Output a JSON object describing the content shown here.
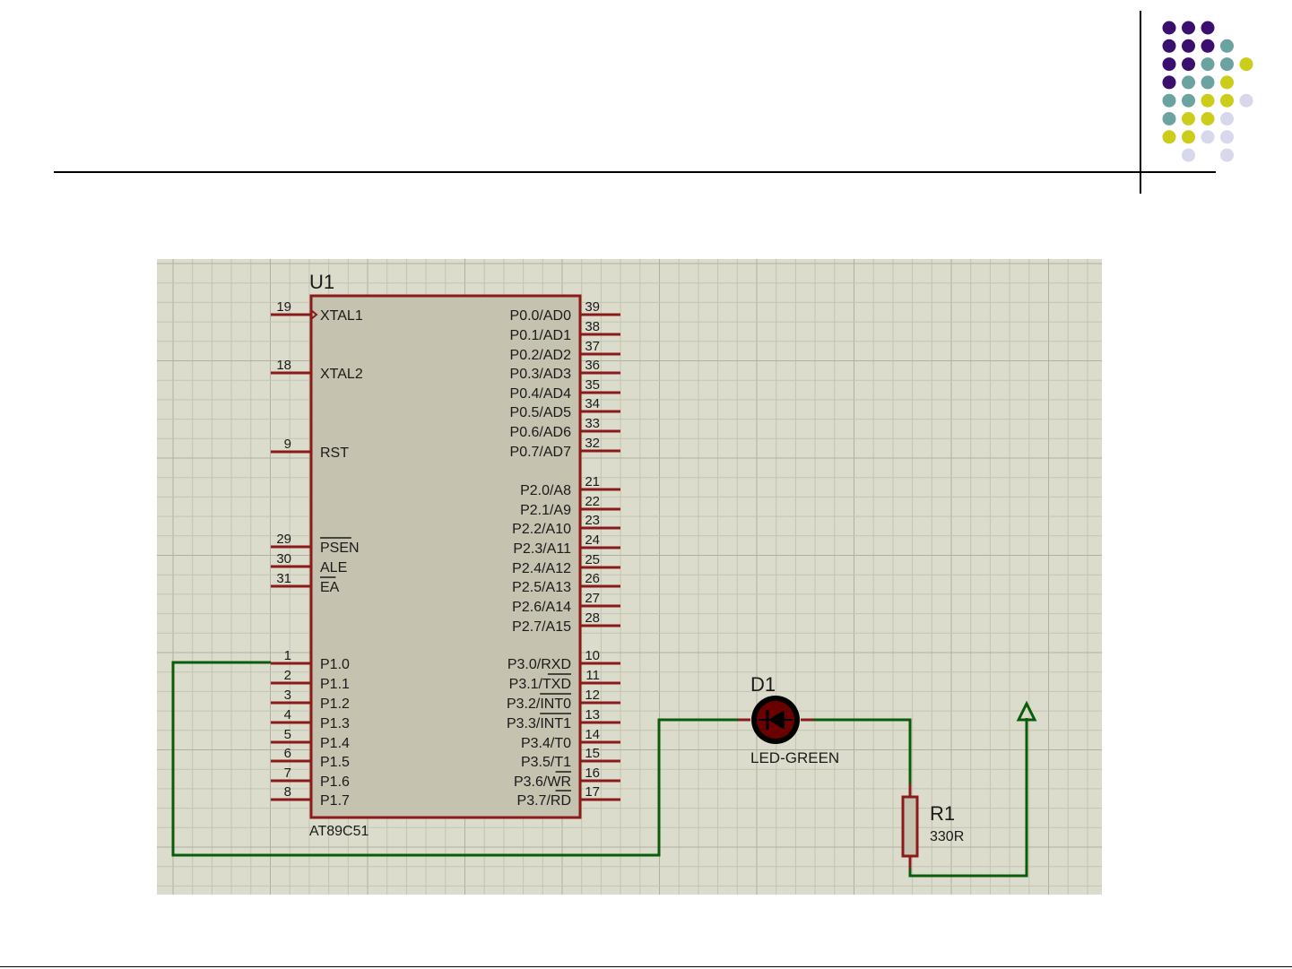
{
  "decoration": {
    "dot_colors": {
      "purple": "#3a0f6e",
      "teal": "#6aa3a0",
      "yellow": "#cccc1a",
      "lavender": "#d8d8ec"
    },
    "dot_rows": [
      [
        "purple",
        "purple",
        "purple",
        null,
        null
      ],
      [
        "purple",
        "purple",
        "purple",
        "teal",
        null
      ],
      [
        "purple",
        "purple",
        "teal",
        "teal",
        "yellow"
      ],
      [
        "purple",
        "teal",
        "teal",
        "yellow",
        null
      ],
      [
        "teal",
        "teal",
        "yellow",
        "yellow",
        "lavender"
      ],
      [
        "teal",
        "yellow",
        "yellow",
        "lavender",
        null
      ],
      [
        "yellow",
        "yellow",
        "lavender",
        "lavender",
        null
      ],
      [
        null,
        "lavender",
        null,
        "lavender",
        null
      ]
    ]
  },
  "schematic": {
    "colors": {
      "background": "#dcdccc",
      "grid": "#c4c4b2",
      "grid_major": "#b0b0a0",
      "chip_body": "#c5c2b0",
      "chip_border": "#8b1a1a",
      "pin_line": "#8b1a1a",
      "wire": "#0a5c0a",
      "text": "#1a1a1a",
      "led_fill": "#6b0000"
    },
    "chip": {
      "ref": "U1",
      "part": "AT89C51",
      "left_pins": [
        {
          "num": "19",
          "name": "XTAL1",
          "clock": true
        },
        {
          "num": "18",
          "name": "XTAL2"
        },
        {
          "num": "9",
          "name": "RST"
        },
        {
          "num": "29",
          "name": "PSEN",
          "overline": true
        },
        {
          "num": "30",
          "name": "ALE"
        },
        {
          "num": "31",
          "name": "EA",
          "overline": true
        },
        {
          "num": "1",
          "name": "P1.0"
        },
        {
          "num": "2",
          "name": "P1.1"
        },
        {
          "num": "3",
          "name": "P1.2"
        },
        {
          "num": "4",
          "name": "P1.3"
        },
        {
          "num": "5",
          "name": "P1.4"
        },
        {
          "num": "6",
          "name": "P1.5"
        },
        {
          "num": "7",
          "name": "P1.6"
        },
        {
          "num": "8",
          "name": "P1.7"
        }
      ],
      "right_pins": [
        {
          "num": "39",
          "name": "P0.0/AD0"
        },
        {
          "num": "38",
          "name": "P0.1/AD1"
        },
        {
          "num": "37",
          "name": "P0.2/AD2"
        },
        {
          "num": "36",
          "name": "P0.3/AD3"
        },
        {
          "num": "35",
          "name": "P0.4/AD4"
        },
        {
          "num": "34",
          "name": "P0.5/AD5"
        },
        {
          "num": "33",
          "name": "P0.6/AD6"
        },
        {
          "num": "32",
          "name": "P0.7/AD7"
        },
        {
          "num": "21",
          "name": "P2.0/A8"
        },
        {
          "num": "22",
          "name": "P2.1/A9"
        },
        {
          "num": "23",
          "name": "P2.2/A10"
        },
        {
          "num": "24",
          "name": "P2.3/A11"
        },
        {
          "num": "25",
          "name": "P2.4/A12"
        },
        {
          "num": "26",
          "name": "P2.5/A13"
        },
        {
          "num": "27",
          "name": "P2.6/A14"
        },
        {
          "num": "28",
          "name": "P2.7/A15"
        },
        {
          "num": "10",
          "name": "P3.0/RXD"
        },
        {
          "num": "11",
          "name": "P3.1/TXD",
          "overline_suffix": "TXD"
        },
        {
          "num": "12",
          "name": "P3.2/INT0",
          "overline_suffix": "INT0"
        },
        {
          "num": "13",
          "name": "P3.3/INT1",
          "overline_suffix": "INT1"
        },
        {
          "num": "14",
          "name": "P3.4/T0"
        },
        {
          "num": "15",
          "name": "P3.5/T1"
        },
        {
          "num": "16",
          "name": "P3.6/WR",
          "overline_suffix": "WR"
        },
        {
          "num": "17",
          "name": "P3.7/RD",
          "overline_suffix": "RD"
        }
      ]
    },
    "led": {
      "ref": "D1",
      "value": "LED-GREEN"
    },
    "resistor": {
      "ref": "R1",
      "value": "330R"
    },
    "power_terminal": {
      "label": ""
    }
  }
}
